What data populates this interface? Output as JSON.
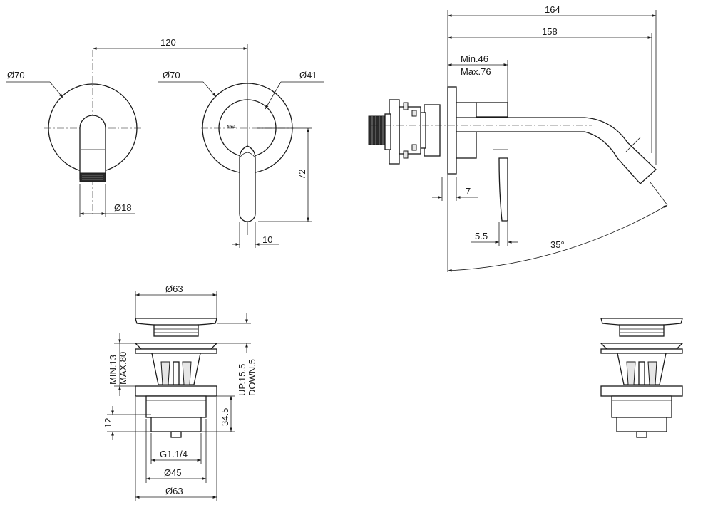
{
  "brand_mark": "fima",
  "front_views": {
    "spout_rosette": {
      "diameter": "Ø70",
      "spout_diameter": "Ø18"
    },
    "mixer_rosette": {
      "diameter": "Ø70",
      "inner_diameter": "Ø41",
      "lever_length": "72",
      "lever_width": "10"
    },
    "spacing": "120"
  },
  "side_view": {
    "overall_length": "164",
    "spout_projection": "158",
    "wall_depth_min": "Min.46",
    "wall_depth_max": "Max.76",
    "rosette_thickness": "7",
    "lever_offset": "5.5",
    "spout_angle": "35°"
  },
  "waste_valve": {
    "cap_diameter": "Ø63",
    "depth_min": "MIN.13",
    "depth_max": "MAX.80",
    "travel_up": "UP.15.5",
    "travel_down": "DOWN.5",
    "body_height": "34.5",
    "thread_length": "12",
    "thread": "G1.1/4",
    "body_diameter": "Ø45",
    "flange_diameter": "Ø63"
  }
}
